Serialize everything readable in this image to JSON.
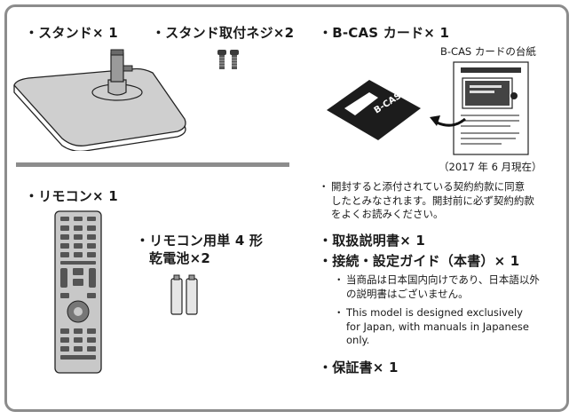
{
  "stand": {
    "label": "・スタンド× 1"
  },
  "screws": {
    "label": "・スタンド取付ネジ×2"
  },
  "bcas": {
    "label": "・B-CAS カード× 1",
    "mount_label": "B-CAS カードの台紙",
    "card_text": "B-CAS",
    "date_note": "（2017 年 6 月現在）"
  },
  "remote": {
    "label": "・リモコン× 1"
  },
  "battery": {
    "label_line1": "・リモコン用単 4 形",
    "label_line2": "乾電池×2"
  },
  "bcas_note": {
    "bullet": "・",
    "lines": [
      "開封すると添付されている契約約款に同意",
      "したとみなされます。開封前に必ず契約約款",
      "をよくお読みください。"
    ]
  },
  "manual": {
    "label": "・取扱説明書× 1"
  },
  "setup_guide": {
    "label": "・接続・設定ガイド（本書）× 1"
  },
  "lang_note_jp": {
    "bullet": "・",
    "lines": [
      "当商品は日本国内向けであり、日本語以外",
      "の説明書はございません。"
    ]
  },
  "lang_note_en": {
    "bullet": "・",
    "lines": [
      "This model is designed exclusively",
      "for Japan, with manuals in Japanese",
      "only."
    ]
  },
  "warranty": {
    "label": "・保証書× 1"
  },
  "colors": {
    "frame": "#8c8c8c",
    "text": "#1a1a1a"
  }
}
